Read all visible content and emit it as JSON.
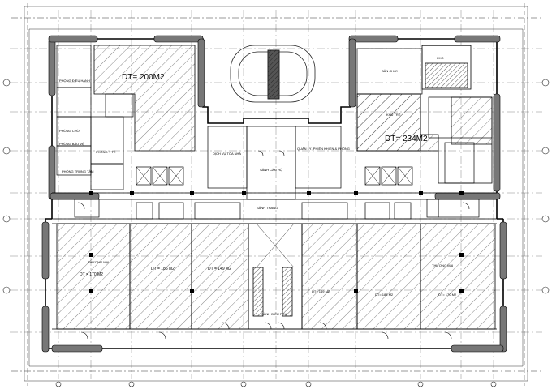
{
  "areas": {
    "top_left": "DT= 200M2",
    "top_right": "DT= 234M2",
    "bottom_1": "DT = 170 M2",
    "bottom_2": "DT = 185 M2",
    "bottom_3": "DT = 149 M2",
    "bottom_4": "DT= 149 M2",
    "bottom_5": "DT= 185 M2",
    "bottom_6": "DT= 170 M2"
  },
  "rooms": {
    "phong_dieu_hanh": "PHÒNG ĐIỀU HÀNH",
    "phong_cho": "PHÒNG CHỜ",
    "phong_bao_ve": "PHÒNG BẢO VỆ",
    "phong_y_te": "PHÒNG Y TẾ",
    "phong_trung_tam": "PHÒNG TRUNG TÂM",
    "dich_vu_toa_nha": "DỊCH VỤ TÒA NHÀ",
    "quan_ly": "QUẢN LÝ, PHIÊN KHIẾN & PHÒNG",
    "sanh_can_ho": "SẢNH CĂN HỘ",
    "san_choi": "SÂN CHƠI",
    "kho": "KHO",
    "khu_tre": "KHU TRẺ",
    "sanh_thang": "SẢNH THANG",
    "sanh_dieu_phu": "SẢNH ĐIỀU PHỤ",
    "thuong_mai_1": "THƯƠNG MẠI",
    "thuong_mai_2": "THƯƠNG MẠI"
  }
}
